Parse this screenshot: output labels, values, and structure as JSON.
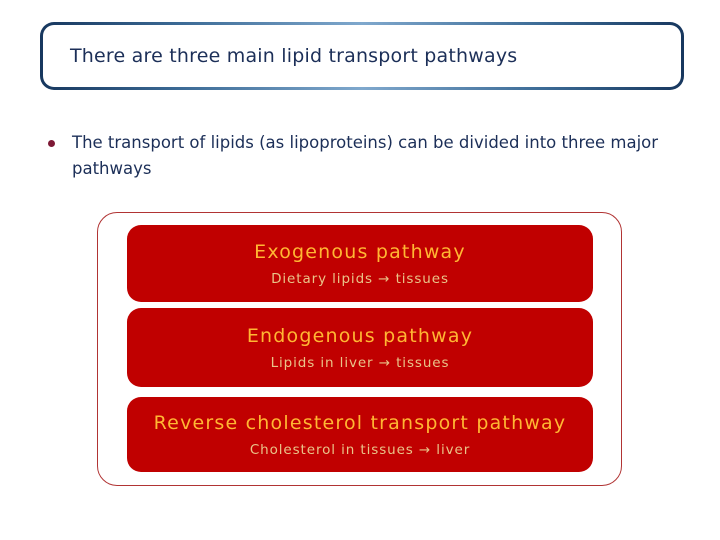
{
  "slide": {
    "title": "There are three main lipid transport pathways",
    "bullet_text": "The transport of lipids (as lipoproteins) can be divided into three major pathways",
    "pathways": [
      {
        "heading": "Exogenous pathway",
        "subtext": "Dietary lipids → tissues"
      },
      {
        "heading": "Endogenous pathway",
        "subtext": "Lipids in liver → tissues"
      },
      {
        "heading": "Reverse cholesterol transport pathway",
        "subtext": "Cholesterol in tissues → liver"
      }
    ],
    "colors": {
      "title_text": "#1c2f58",
      "title_border_dark": "#17375e",
      "title_border_light": "#7fa8cd",
      "body_text": "#1c2f58",
      "bullet_dot": "#7d1935",
      "container_border": "#b13434",
      "pathway_box_fill": "#c00000",
      "pathway_heading_text": "#ffb733",
      "pathway_subtext_text": "#e9c489"
    }
  }
}
